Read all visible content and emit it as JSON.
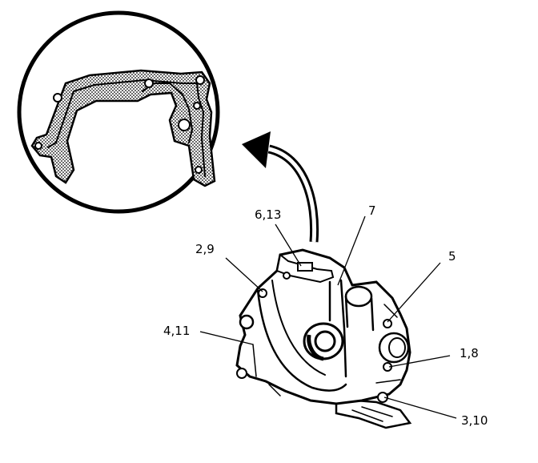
{
  "labels": {
    "callout_2_9": "2,9",
    "callout_6_13": "6,13",
    "callout_7": "7",
    "callout_5": "5",
    "callout_4_11": "4,11",
    "callout_1_8": "1,8",
    "callout_3_10": "3,10"
  },
  "colors": {
    "ink": "#000000",
    "paper": "#ffffff"
  }
}
